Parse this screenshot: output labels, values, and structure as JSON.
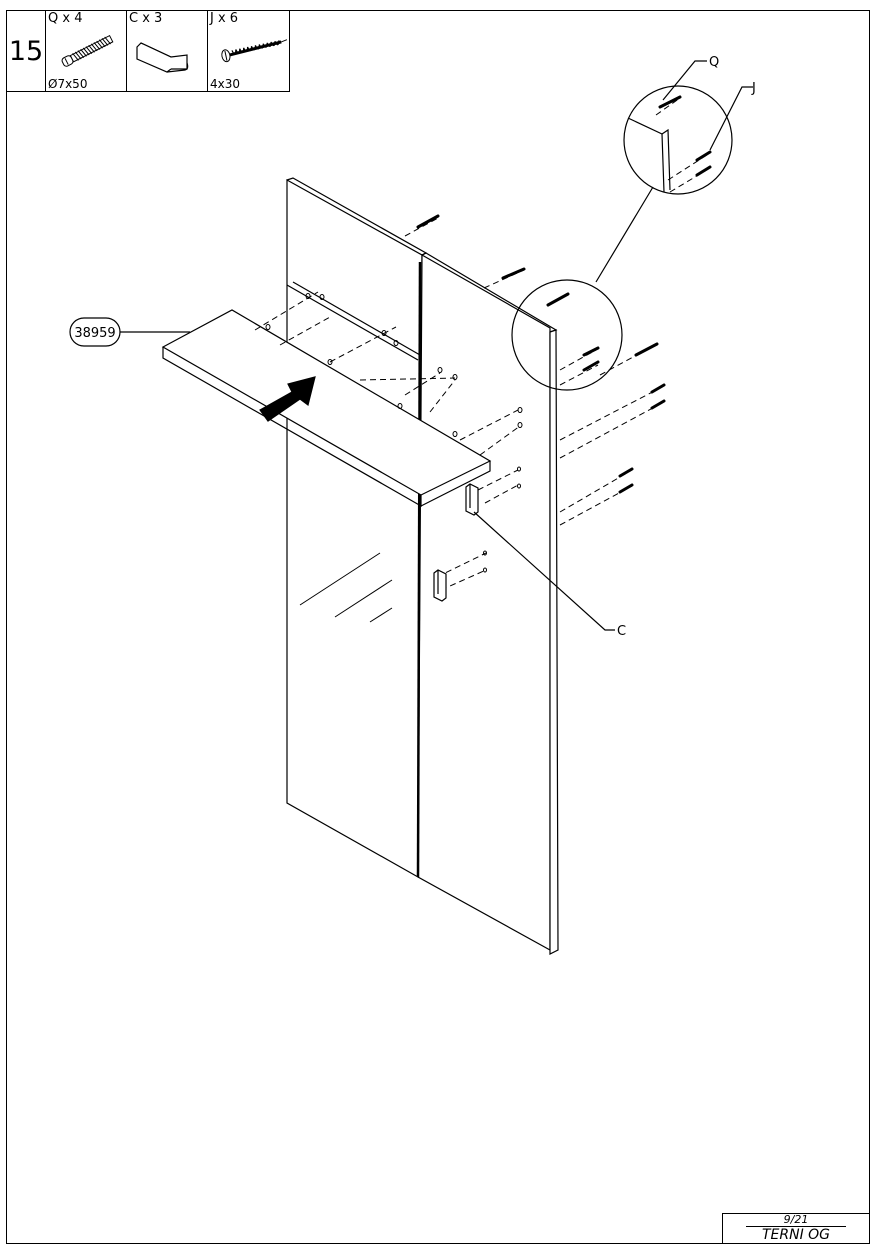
{
  "step_number": "15",
  "parts": [
    {
      "icon": "dowel-screw-icon",
      "label": "Q x 4",
      "dimension": "Ø7x50"
    },
    {
      "icon": "handle-icon",
      "label": "C x 3",
      "dimension": ""
    },
    {
      "icon": "wood-screw-icon",
      "label": "J x 6",
      "dimension": "4x30"
    }
  ],
  "callouts": {
    "part_number": "38959",
    "q": "Q",
    "j": "J",
    "c": "C"
  },
  "footer": {
    "page": "9/21",
    "product": "TERNI OG"
  }
}
